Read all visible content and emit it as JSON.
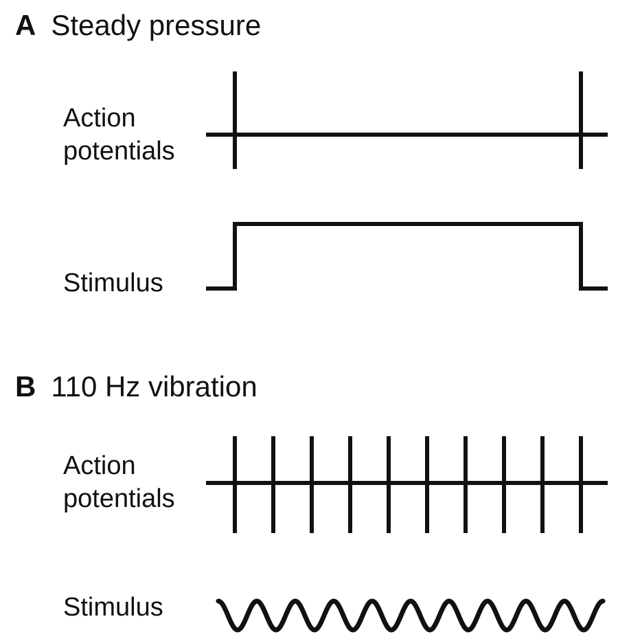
{
  "panel_a": {
    "letter": "A",
    "title": "Steady pressure",
    "action_label_line1": "Action",
    "action_label_line2": "potentials",
    "stimulus_label": "Stimulus",
    "spike_count": 2
  },
  "panel_b": {
    "letter": "B",
    "title": "110 Hz vibration",
    "action_label_line1": "Action",
    "action_label_line2": "potentials",
    "stimulus_label": "Stimulus",
    "spike_count": 10,
    "stimulus_cycles": 10
  },
  "colors": {
    "ink": "#111111",
    "background": "#ffffff"
  }
}
